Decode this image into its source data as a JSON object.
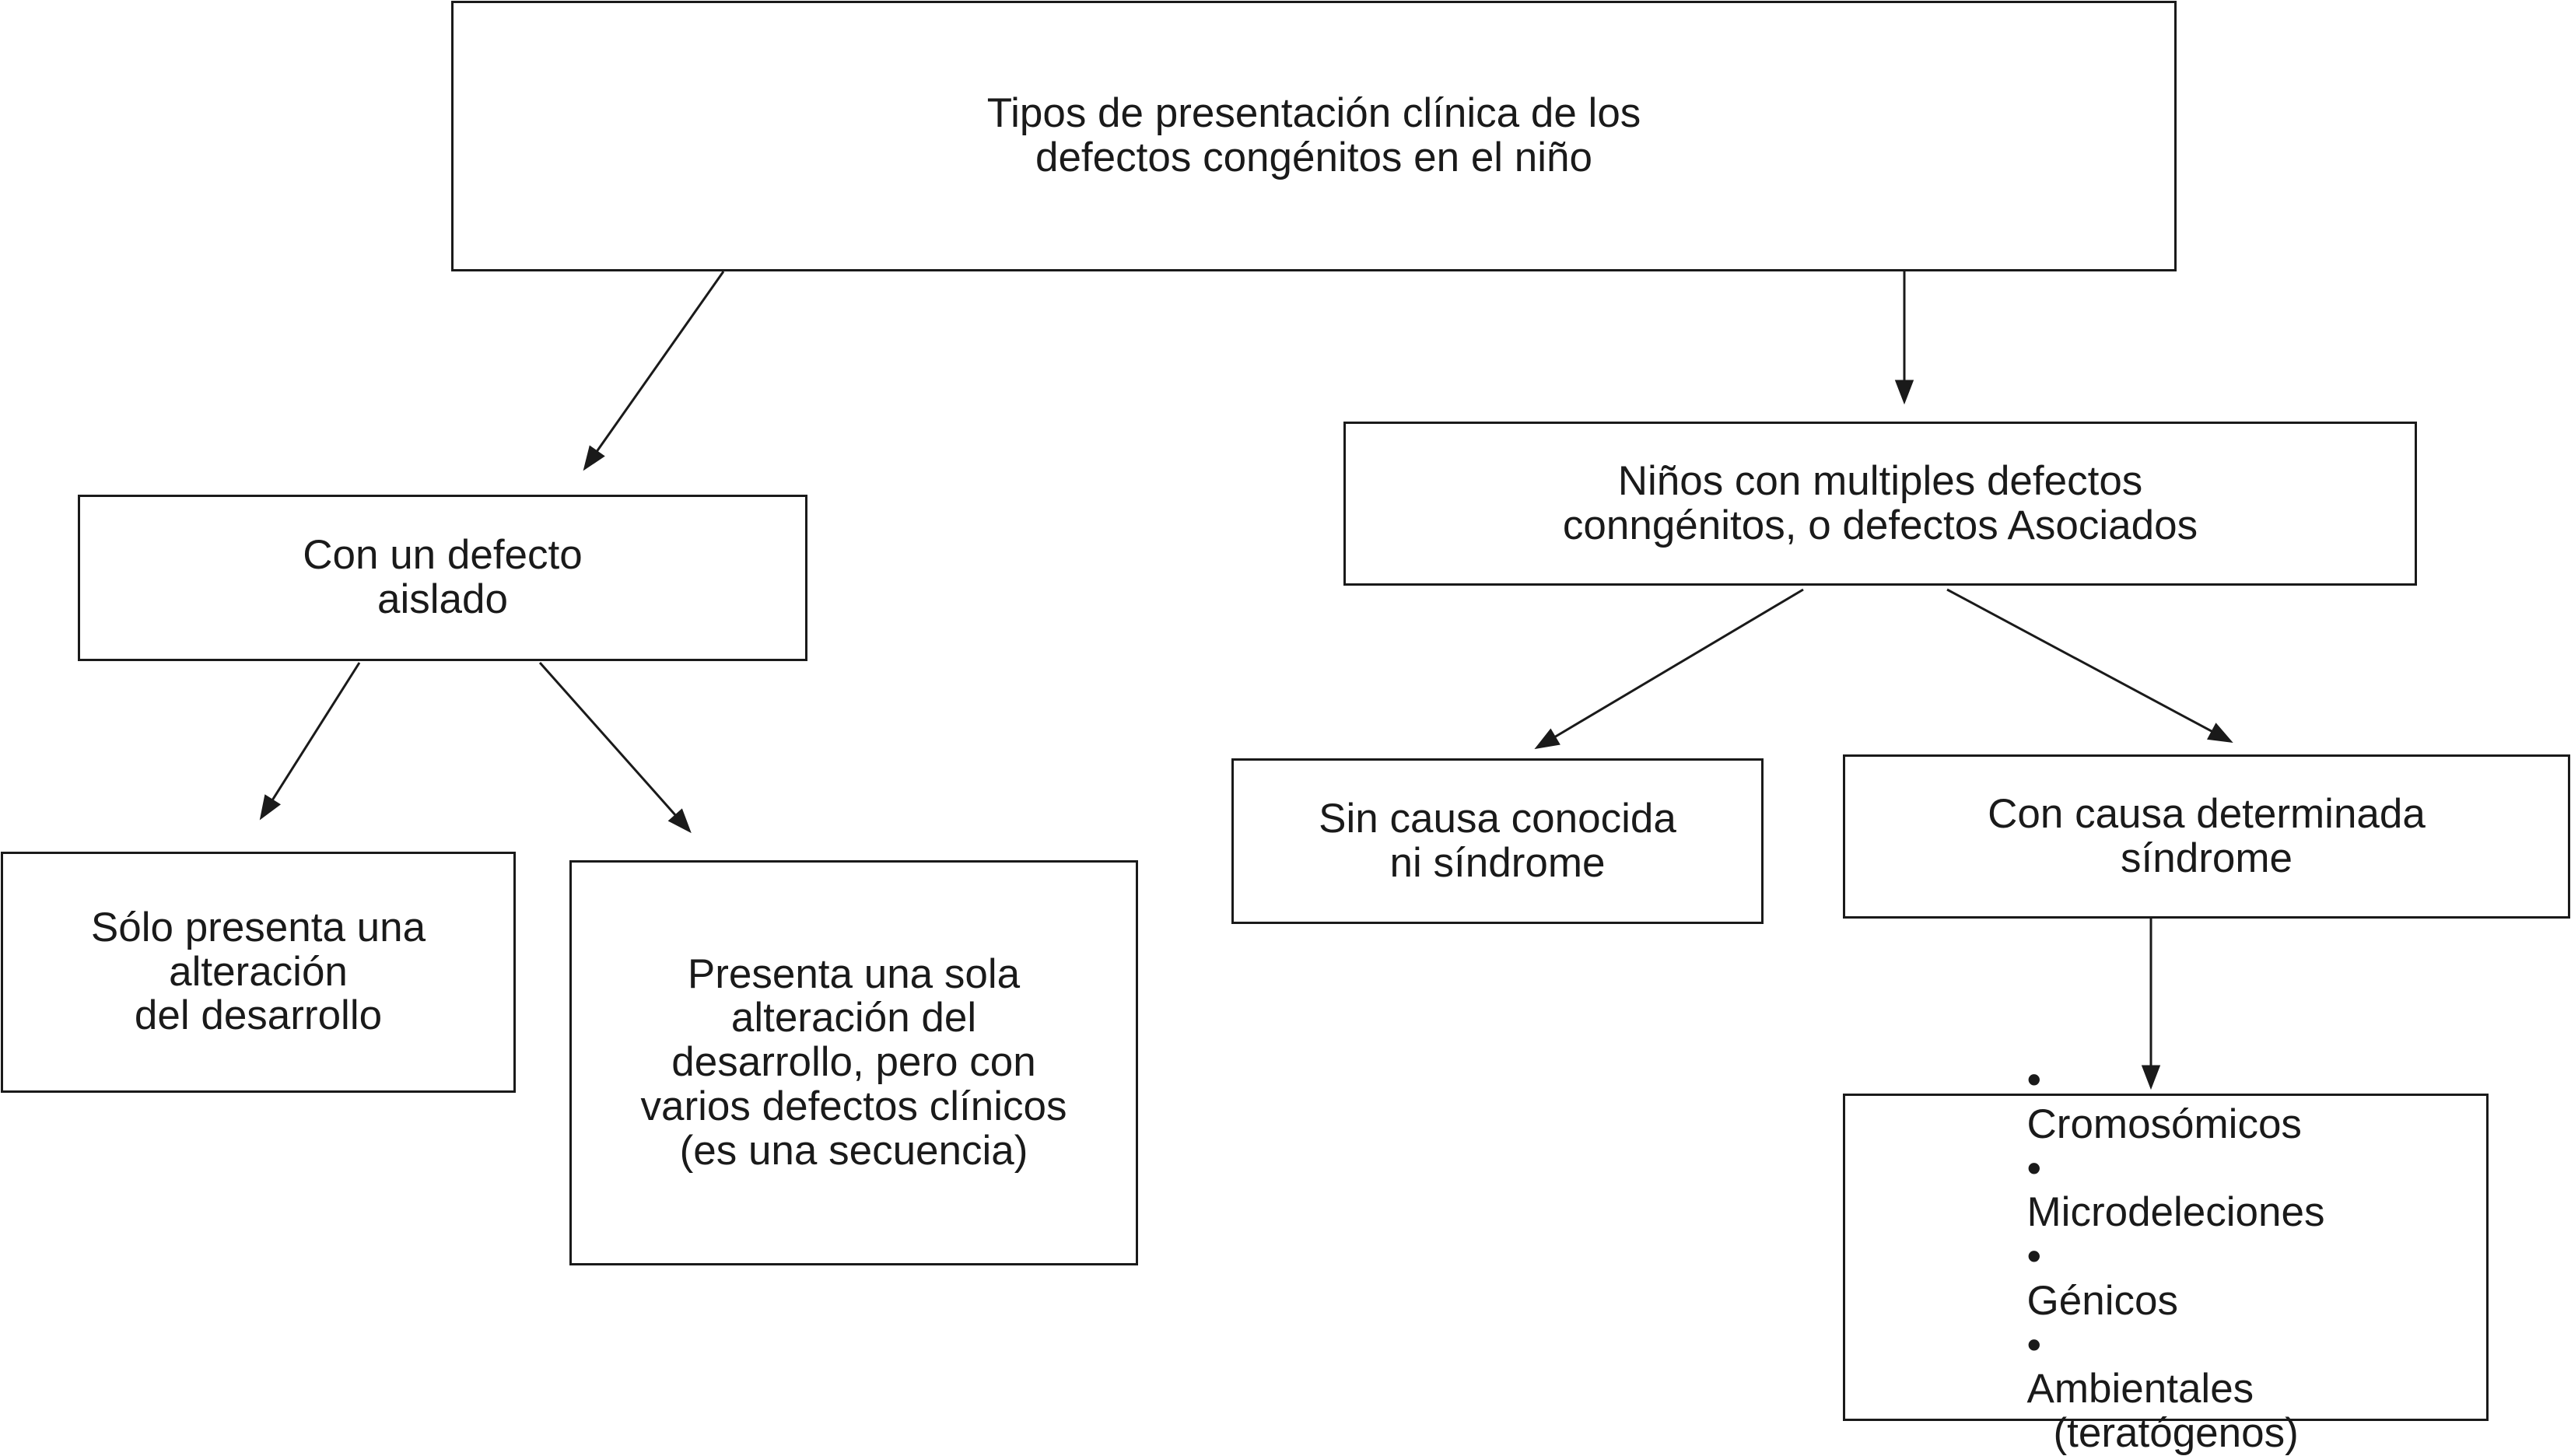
{
  "diagram": {
    "root": {
      "lines": [
        "Tipos de presentación clínica de los",
        "defectos congénitos en el niño"
      ]
    },
    "isolated": {
      "lines": [
        "Con un defecto",
        "aislado"
      ]
    },
    "multiple": {
      "lines": [
        "Niños con multiples defectos",
        "conngénitos, o defectos Asociados"
      ]
    },
    "single_alteration": {
      "lines": [
        "Sólo presenta una",
        "alteración",
        "del desarrollo"
      ]
    },
    "sequence": {
      "lines": [
        "Presenta una sola",
        "alteración del",
        "desarrollo, pero con",
        "varios defectos clínicos",
        "(es una secuencia)"
      ]
    },
    "unknown_cause": {
      "lines": [
        "Sin causa conocida",
        "ni síndrome"
      ]
    },
    "determined_cause": {
      "lines": [
        "Con causa determinada",
        "síndrome"
      ]
    },
    "causes": {
      "bullet": "•",
      "items": [
        "Cromosómicos",
        "Microdeleciones",
        "Génicos",
        "Ambientales"
      ],
      "last_item_note": "(teratógenos)"
    }
  }
}
